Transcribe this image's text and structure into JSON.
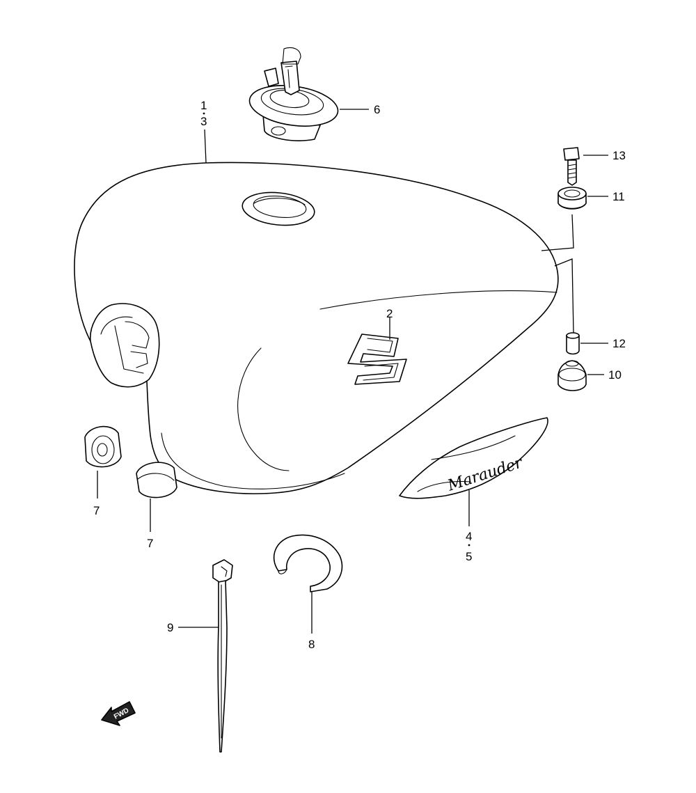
{
  "callouts": {
    "c1": "1",
    "c3": "3",
    "c2": "2",
    "c4": "4",
    "c5": "5",
    "c6": "6",
    "c7a": "7",
    "c7b": "7",
    "c8": "8",
    "c9": "9",
    "c10": "10",
    "c11": "11",
    "c12": "12",
    "c13": "13"
  },
  "emblem_text": "Marauder",
  "fwd_label": "FWD"
}
